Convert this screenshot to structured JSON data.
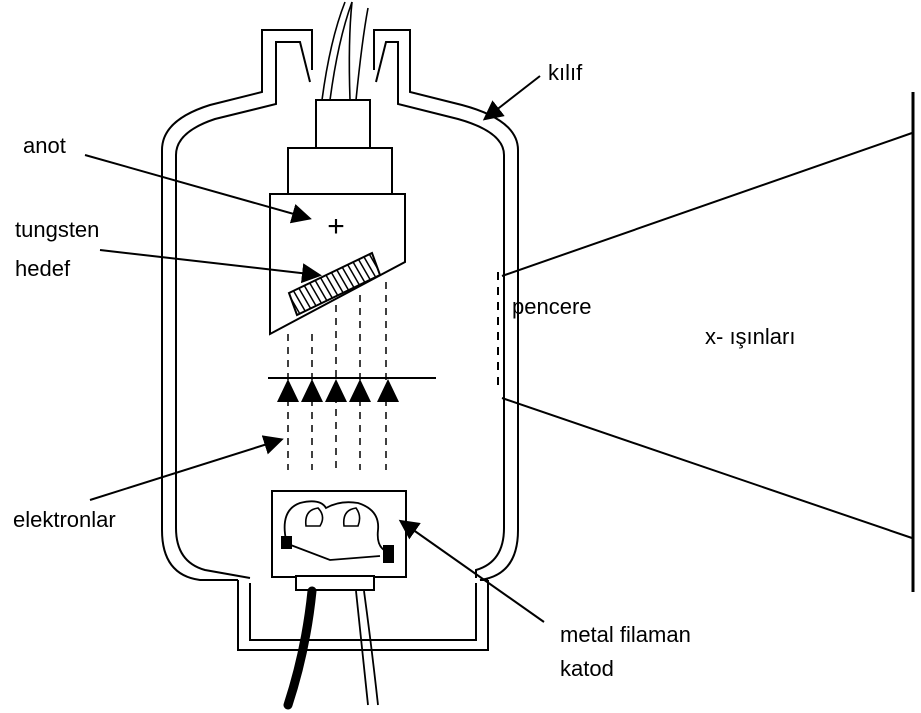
{
  "labels": {
    "kilif": "kılıf",
    "anot": "anot",
    "tungsten_line1": "tungsten",
    "tungsten_line2": "hedef",
    "pencere": "pencere",
    "xrays": "x- ışınları",
    "elektronlar": "elektronlar",
    "filament_line1": "metal filaman",
    "filament_line2": "katod"
  },
  "symbols": {
    "anode_sign": "+"
  },
  "colors": {
    "stroke": "#000000",
    "background": "#ffffff"
  }
}
